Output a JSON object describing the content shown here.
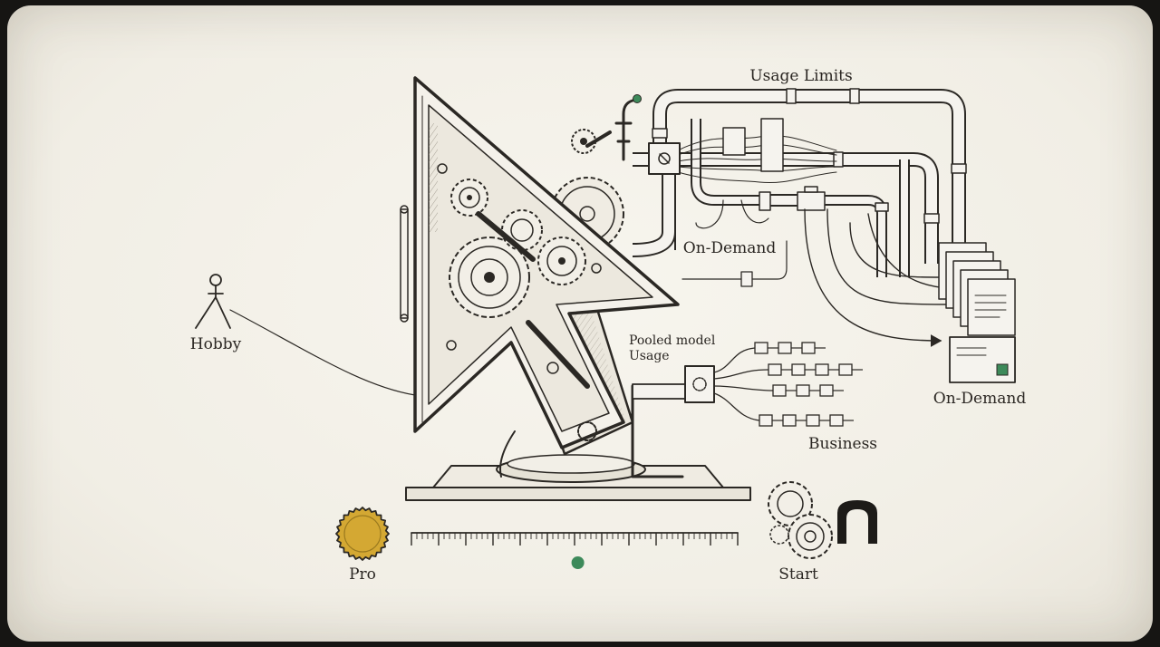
{
  "labels": {
    "usage_limits": "Usage Limits",
    "on_demand_top": "On-Demand",
    "hobby": "Hobby",
    "pooled_line1": "Pooled model",
    "pooled_line2": "Usage",
    "on_demand_right": "On-Demand",
    "business": "Business",
    "pro": "Pro",
    "start": "Start"
  },
  "slider": {
    "value_fraction": 0.51
  },
  "colors": {
    "ink": "#2b2824",
    "paper": "#f3f0e8",
    "coin_gold": "#d4a833",
    "marker_green": "#3d8a5a",
    "pipe_fill": "#f5f3ee"
  },
  "icons": [
    "cursor-machine-icon",
    "stick-figure-icon",
    "gold-seal-icon",
    "gear-cluster-icon",
    "arch-icon",
    "document-stack-icon",
    "envelope-icon",
    "valve-icon",
    "connector-icon"
  ]
}
